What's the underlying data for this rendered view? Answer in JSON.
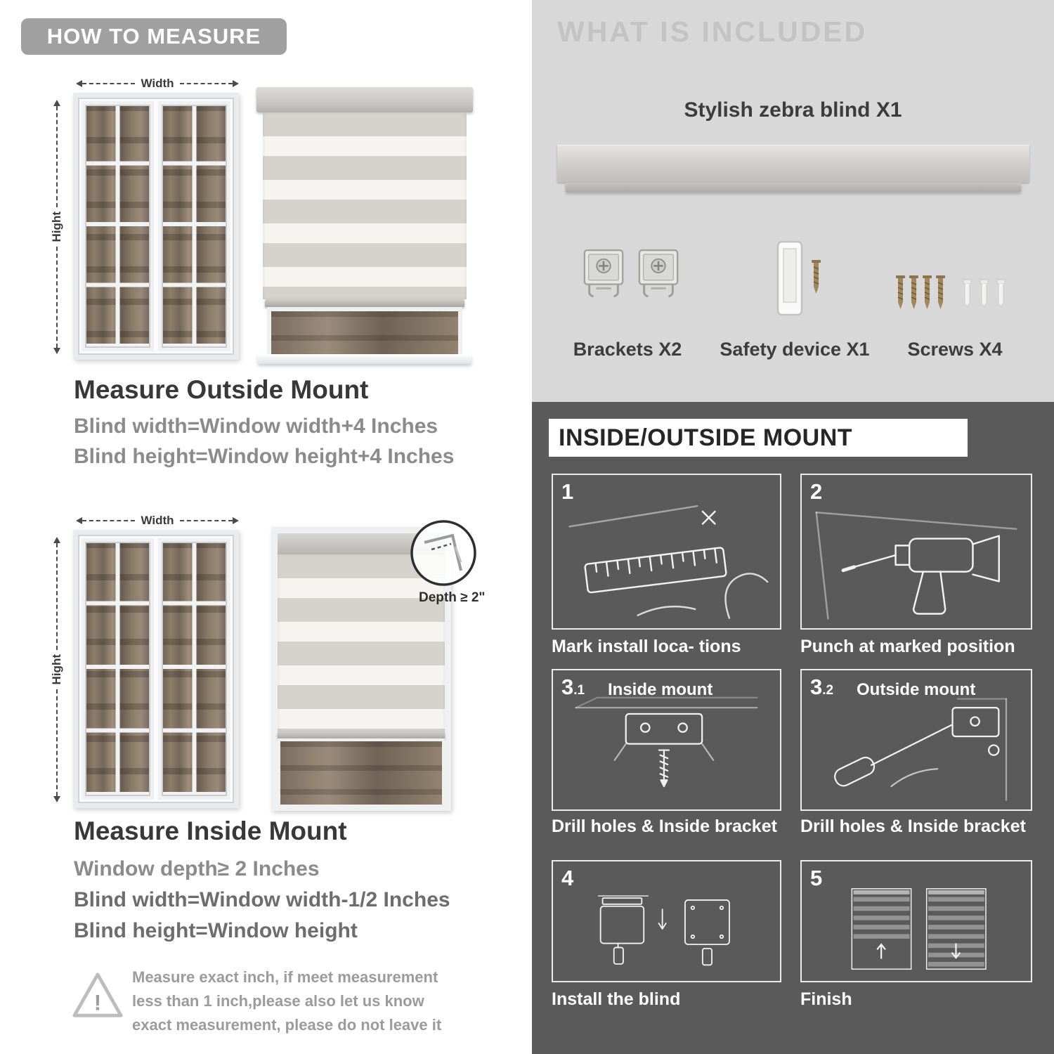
{
  "colors": {
    "header_pill_bg": "#a0a0a0",
    "included_section_bg": "#d8d8d8",
    "mount_section_bg": "#5a5a5a",
    "heading_text": "#383838",
    "body_text_gray": "#8b8b8b",
    "caption_text": "#ffffff"
  },
  "left": {
    "header": "HOW TO MEASURE",
    "labels": {
      "width": "Width",
      "height": "Hight"
    },
    "outside_mount": {
      "title": "Measure Outside Mount",
      "lines": [
        "Blind width=Window width+4 Inches",
        "Blind height=Window height+4 Inches"
      ]
    },
    "inside_mount": {
      "depth_callout": "Depth ≥ 2\"",
      "title": "Measure Inside Mount",
      "lines": [
        "Window depth≥ 2 Inches",
        "Blind width=Window width-1/2 Inches",
        "Blind height=Window height"
      ]
    },
    "warning": {
      "icon": "!",
      "text": "Measure exact inch, if meet measurement less than 1 inch,please also let us know exact measurement, please do not leave it"
    }
  },
  "right": {
    "included": {
      "header": "WHAT IS INCLUDED",
      "product_label": "Stylish zebra blind X1",
      "items": [
        {
          "label": "Brackets X2"
        },
        {
          "label": "Safety device X1"
        },
        {
          "label": "Screws X4"
        }
      ]
    },
    "mount_guide": {
      "header": "INSIDE/OUTSIDE MOUNT",
      "steps": [
        {
          "num": "1",
          "sub": "",
          "inner_label": "",
          "caption": "Mark install loca- tions"
        },
        {
          "num": "2",
          "sub": "",
          "inner_label": "",
          "caption": "Punch at  marked position"
        },
        {
          "num": "3",
          "sub": ".1",
          "inner_label": "Inside mount",
          "caption": "Drill holes &  Inside bracket"
        },
        {
          "num": "3",
          "sub": ".2",
          "inner_label": "Outside mount",
          "caption": "Drill holes &  Inside bracket"
        },
        {
          "num": "4",
          "sub": "",
          "inner_label": "",
          "caption": "Install the blind"
        },
        {
          "num": "5",
          "sub": "",
          "inner_label": "",
          "caption": "Finish"
        }
      ]
    }
  }
}
